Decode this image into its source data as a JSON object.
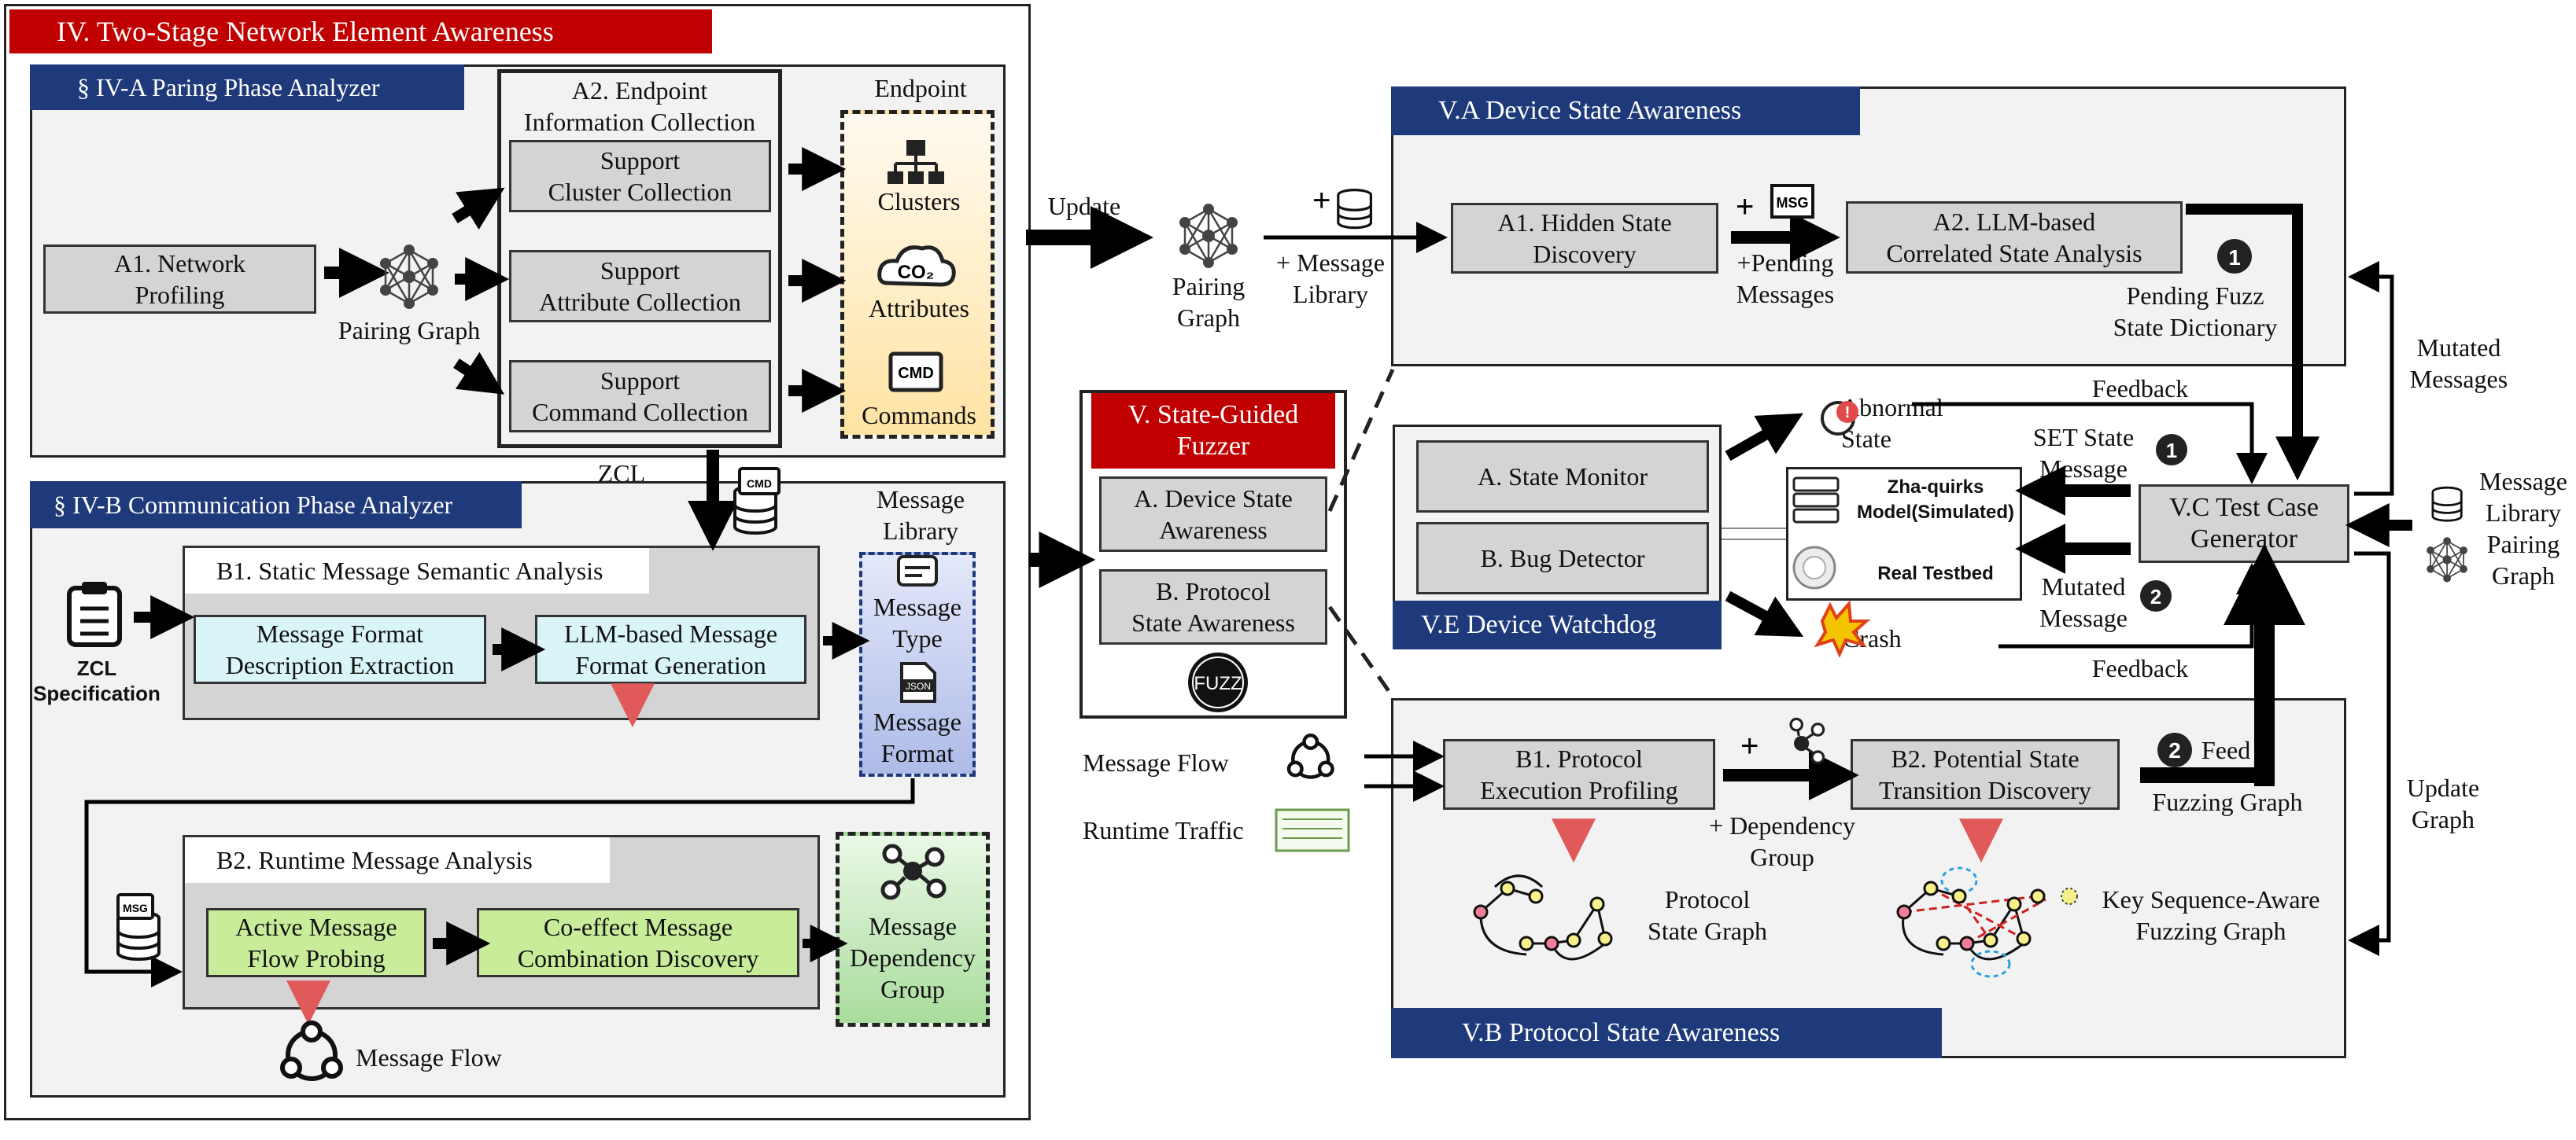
{
  "section4": {
    "title": "IV. Two-Stage Network Element Awareness",
    "a_title": "§ IV-A Paring Phase Analyzer",
    "a1": "A1. Network\nProfiling",
    "pairing_graph": "Pairing Graph",
    "a2": "A2. Endpoint\nInformation Collection",
    "support_cluster": "Support\nCluster Collection",
    "support_attribute": "Support\nAttribute Collection",
    "support_command": "Support\nCommand Collection",
    "endpoint": "Endpoint",
    "clusters": "Clusters",
    "attributes": "Attributes",
    "commands": "Commands",
    "zcl_command_set": "ZCL\nCommand Set",
    "b_title": "§ IV-B Communication Phase Analyzer",
    "message_library": "Message\nLibrary",
    "b1": "B1. Static Message Semantic Analysis",
    "msg_format_desc": "Message Format\nDescription Extraction",
    "llm_msg_format": "LLM-based Message\nFormat Generation",
    "zcl_spec": "ZCL\nSpecification",
    "message_type": "Message\nType",
    "message_format": "Message\nFormat",
    "b2": "B2. Runtime Message Analysis",
    "active_probe": "Active Message\nFlow Probing",
    "coeffect": "Co-effect Message\nCombination Discovery",
    "msg_dep_group": "Message\nDependency\nGroup",
    "message_flow": "Message Flow"
  },
  "center": {
    "update": "Update",
    "pairing_graph": "Pairing\nGraph",
    "plus_msg_lib": "+ Message\nLibrary",
    "fuzzer_title": "V. State-Guided\nFuzzer",
    "dev_state": "A. Device State\nAwareness",
    "proto_state": "B. Protocol\nState Awareness",
    "fuzz_icon": "FUZZ",
    "message_flow": "Message Flow",
    "runtime_traffic": "Runtime Traffic"
  },
  "va": {
    "title": "V.A Device State Awareness",
    "a1": "A1. Hidden State\nDiscovery",
    "pending_msgs": "+Pending\nMessages",
    "a2": "A2.  LLM-based\nCorrelated State Analysis",
    "pending_dict": "Pending Fuzz\nState Dictionary",
    "num1": "1"
  },
  "ve": {
    "title": "V.E Device Watchdog",
    "state_monitor": "A. State Monitor",
    "bug_detector": "B. Bug Detector",
    "abnormal_state": "Abnormal\nState",
    "crash": "Crash",
    "model": "Zha-quirks\nModel(Simulated)",
    "testbed": "Real Testbed"
  },
  "vc": {
    "title": "V.C Test Case\nGenerator",
    "feedback_top": "Feedback",
    "feedback_bottom": "Feedback",
    "set_state": "SET State\nMessage",
    "mutated": "Mutated\nMessage",
    "num1": "1",
    "num2": "2",
    "mutated_msgs": "Mutated\nMessages",
    "update_graph": "Update\nGraph",
    "right_lib": "Message\nLibrary",
    "right_pairing": "Pairing\nGraph"
  },
  "vb": {
    "title": "V.B Protocol State Awareness",
    "b1": "B1. Protocol\nExecution Profiling",
    "dep_group": "+ Dependency\nGroup",
    "b2": "B2. Potential State\nTransition Discovery",
    "feed": "Feed",
    "num2": "2",
    "fuzzing_graph": "Fuzzing Graph",
    "proto_state_graph": "Protocol\nState Graph",
    "key_seq": "Key Sequence-Aware\nFuzzing Graph"
  },
  "icon_text": {
    "co2": "CO₂",
    "cmd": "CMD",
    "msg": "MSG",
    "json": "JSON",
    "plus": "+"
  },
  "colors": {
    "red": "#c00000",
    "navy": "#1f3a7a",
    "panel_gray": "#f2f2f2",
    "box_gray": "#d4d4d4",
    "cyan": "#d9f5f7",
    "green": "#c8ec9a",
    "endpoint_fill": "#ffe3a3",
    "msglib_fill": "#c9d3f2",
    "depgroup_fill": "#a9dc9c"
  }
}
